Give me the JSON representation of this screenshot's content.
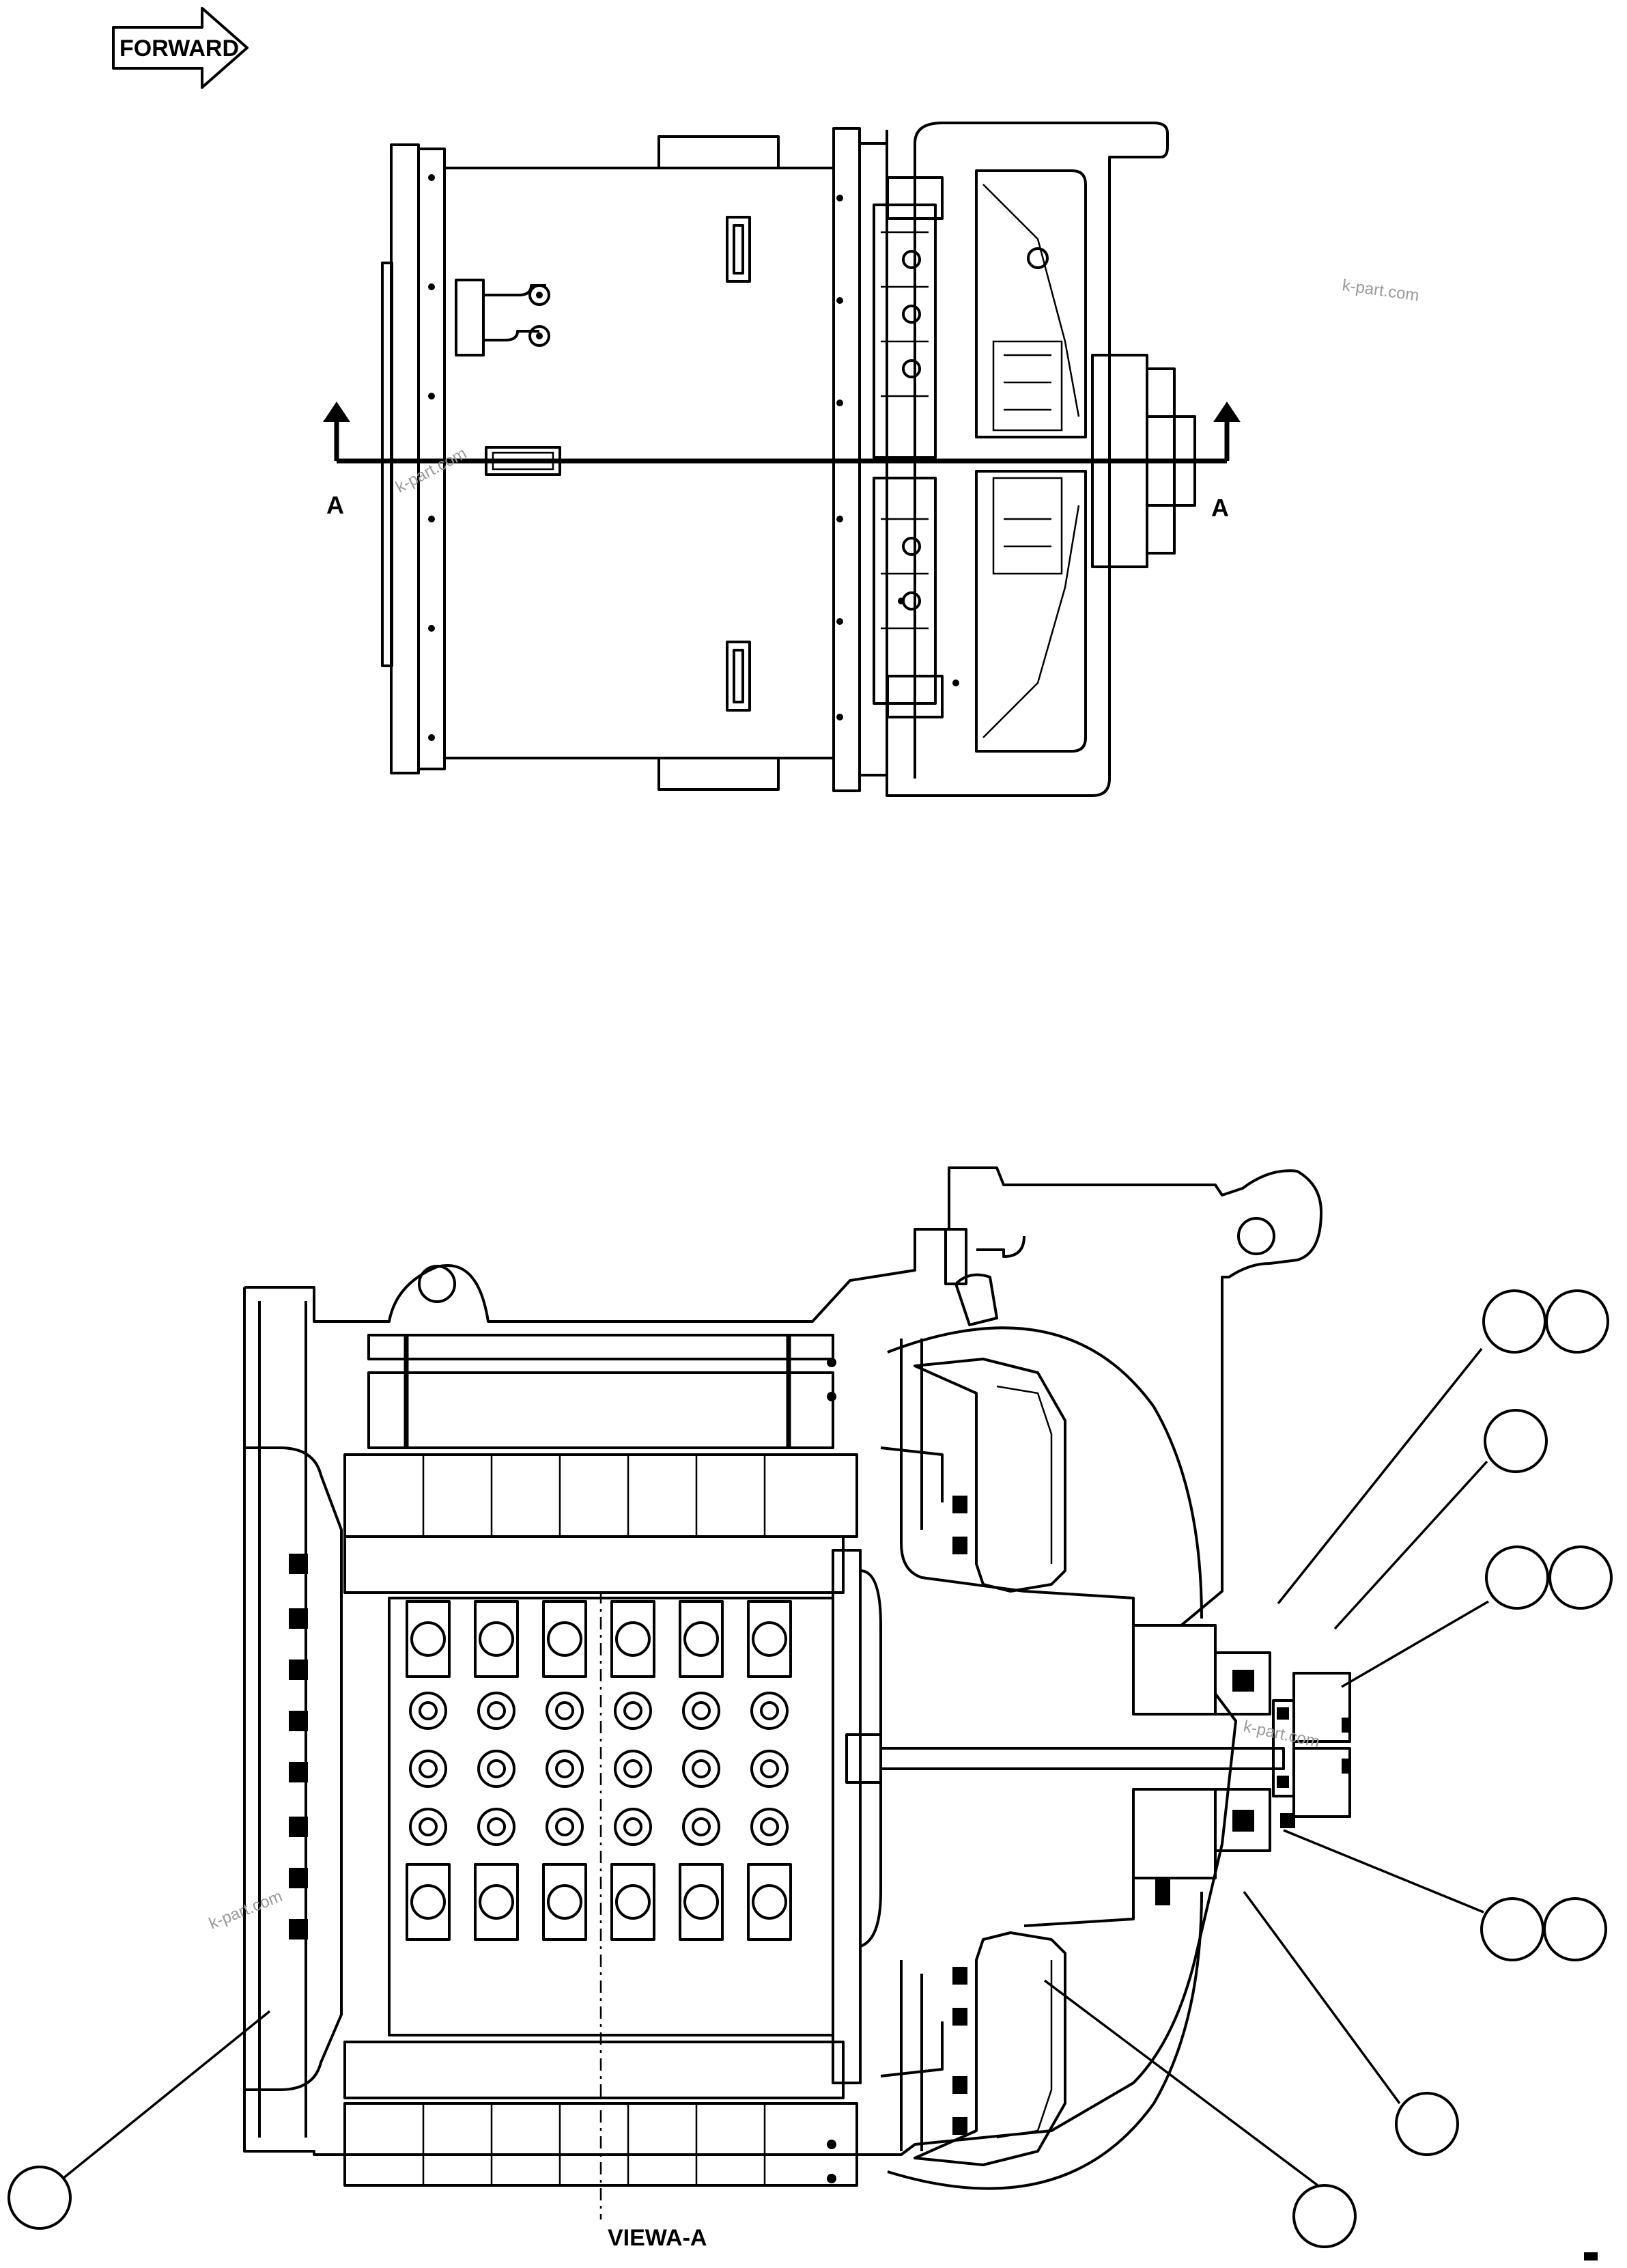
{
  "labels": {
    "forward": "FORWARD",
    "section_marker_left": "A",
    "section_marker_right": "A",
    "view_caption": "VIEWA-A"
  },
  "watermarks": [
    "k-part.com",
    "k-part.com",
    "k-part.com",
    "k-part.com"
  ],
  "callouts": [
    {
      "name": "callout-upper-right-1"
    },
    {
      "name": "callout-upper-right-2"
    },
    {
      "name": "callout-middle-right"
    },
    {
      "name": "callout-right-1"
    },
    {
      "name": "callout-right-2"
    },
    {
      "name": "callout-lower-right-1"
    },
    {
      "name": "callout-lower-right-2"
    },
    {
      "name": "callout-lower-right-3"
    },
    {
      "name": "callout-bottom-center"
    },
    {
      "name": "callout-left"
    }
  ]
}
